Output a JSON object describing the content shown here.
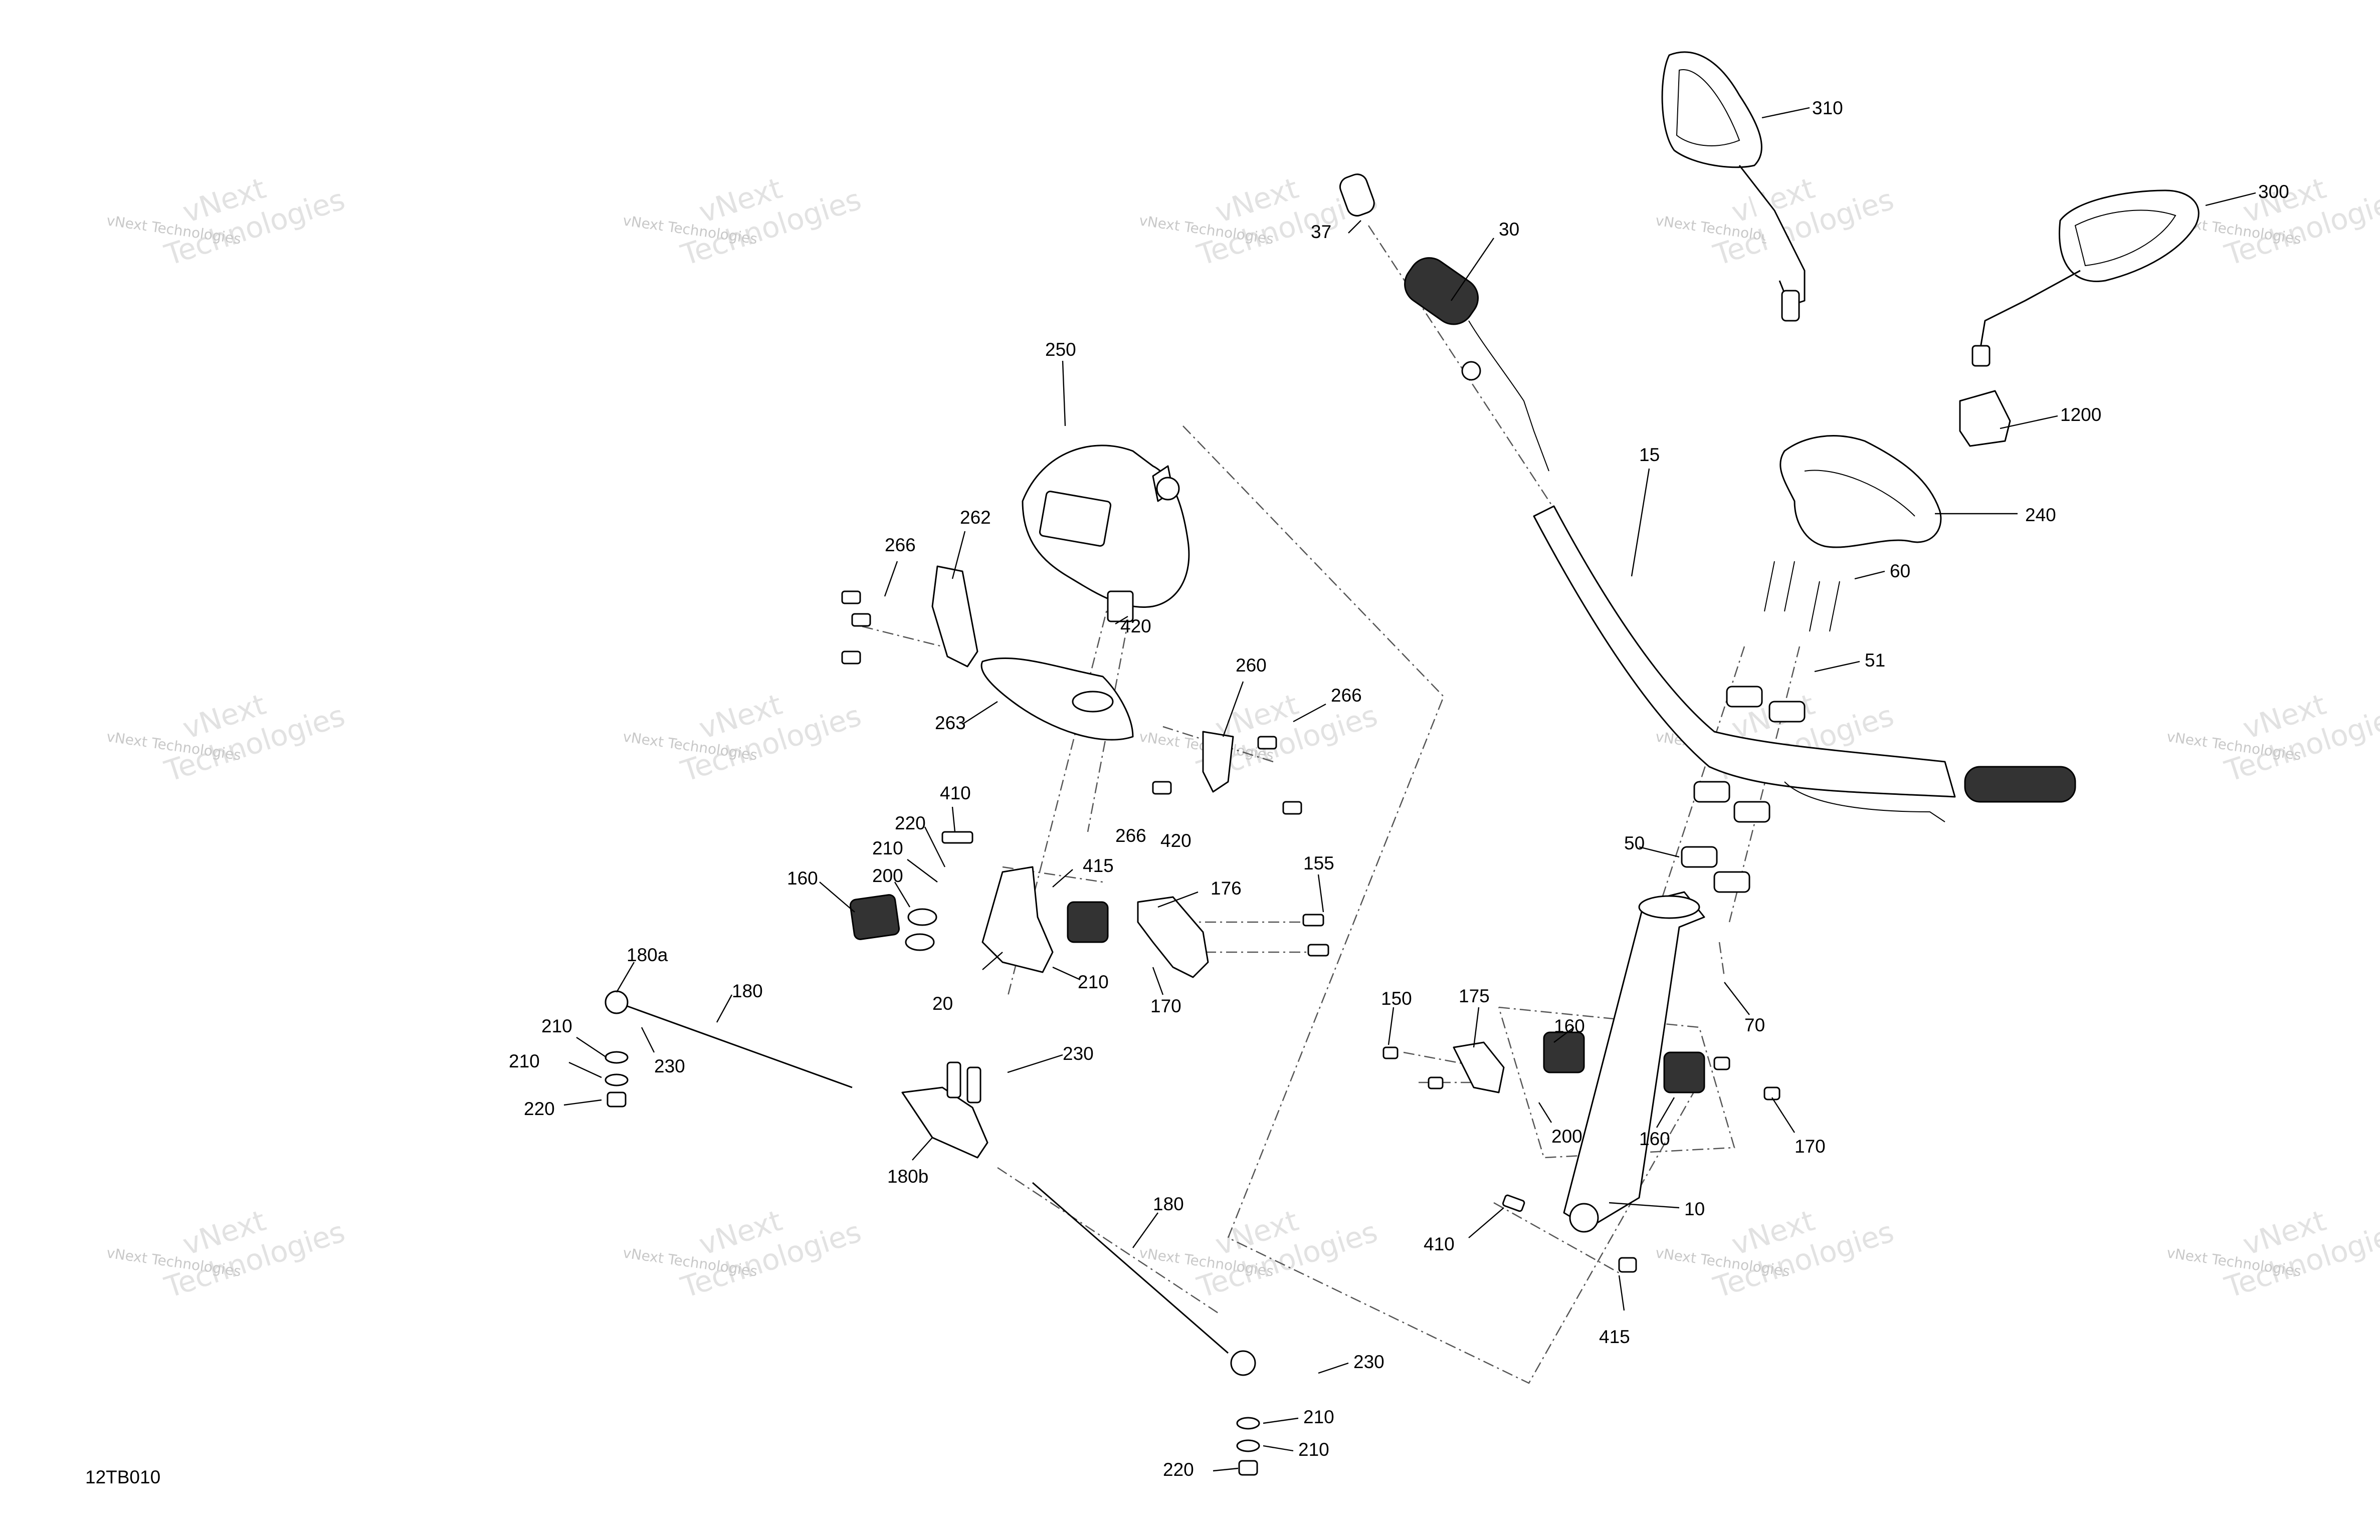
{
  "drawing_ref": "12TB010",
  "watermark": {
    "line1": "vNext Technologies",
    "line2": "vNext",
    "line3": "Technologies"
  },
  "callouts": [
    {
      "id": "c-310",
      "text": "310"
    },
    {
      "id": "c-300",
      "text": "300"
    },
    {
      "id": "c-37",
      "text": "37"
    },
    {
      "id": "c-30",
      "text": "30"
    },
    {
      "id": "c-1200",
      "text": "1200"
    },
    {
      "id": "c-250",
      "text": "250"
    },
    {
      "id": "c-15",
      "text": "15"
    },
    {
      "id": "c-240",
      "text": "240"
    },
    {
      "id": "c-266a",
      "text": "266"
    },
    {
      "id": "c-262",
      "text": "262"
    },
    {
      "id": "c-60",
      "text": "60"
    },
    {
      "id": "c-420a",
      "text": "420"
    },
    {
      "id": "c-51",
      "text": "51"
    },
    {
      "id": "c-260",
      "text": "260"
    },
    {
      "id": "c-266b",
      "text": "266"
    },
    {
      "id": "c-263",
      "text": "263"
    },
    {
      "id": "c-410a",
      "text": "410"
    },
    {
      "id": "c-220a",
      "text": "220"
    },
    {
      "id": "c-266c",
      "text": "266"
    },
    {
      "id": "c-420b",
      "text": "420"
    },
    {
      "id": "c-210a",
      "text": "210"
    },
    {
      "id": "c-415a",
      "text": "415"
    },
    {
      "id": "c-50",
      "text": "50"
    },
    {
      "id": "c-155",
      "text": "155"
    },
    {
      "id": "c-160a",
      "text": "160"
    },
    {
      "id": "c-200a",
      "text": "200"
    },
    {
      "id": "c-176",
      "text": "176"
    },
    {
      "id": "c-180a",
      "text": "180a"
    },
    {
      "id": "c-210b",
      "text": "210"
    },
    {
      "id": "c-20",
      "text": "20"
    },
    {
      "id": "c-170a",
      "text": "170"
    },
    {
      "id": "c-70",
      "text": "70"
    },
    {
      "id": "c-150",
      "text": "150"
    },
    {
      "id": "c-175",
      "text": "175"
    },
    {
      "id": "c-160b",
      "text": "160"
    },
    {
      "id": "c-180b",
      "text": "180"
    },
    {
      "id": "c-210c",
      "text": "210"
    },
    {
      "id": "c-230a",
      "text": "230"
    },
    {
      "id": "c-210d",
      "text": "210"
    },
    {
      "id": "c-230b",
      "text": "230"
    },
    {
      "id": "c-200b",
      "text": "200"
    },
    {
      "id": "c-160c",
      "text": "160"
    },
    {
      "id": "c-170b",
      "text": "170"
    },
    {
      "id": "c-220b",
      "text": "220"
    },
    {
      "id": "c-180b-label",
      "text": "180b"
    },
    {
      "id": "c-180c",
      "text": "180"
    },
    {
      "id": "c-410b",
      "text": "410"
    },
    {
      "id": "c-10",
      "text": "10"
    },
    {
      "id": "c-415b",
      "text": "415"
    },
    {
      "id": "c-230c",
      "text": "230"
    },
    {
      "id": "c-210e",
      "text": "210"
    },
    {
      "id": "c-210f",
      "text": "210"
    },
    {
      "id": "c-220c",
      "text": "220"
    }
  ]
}
